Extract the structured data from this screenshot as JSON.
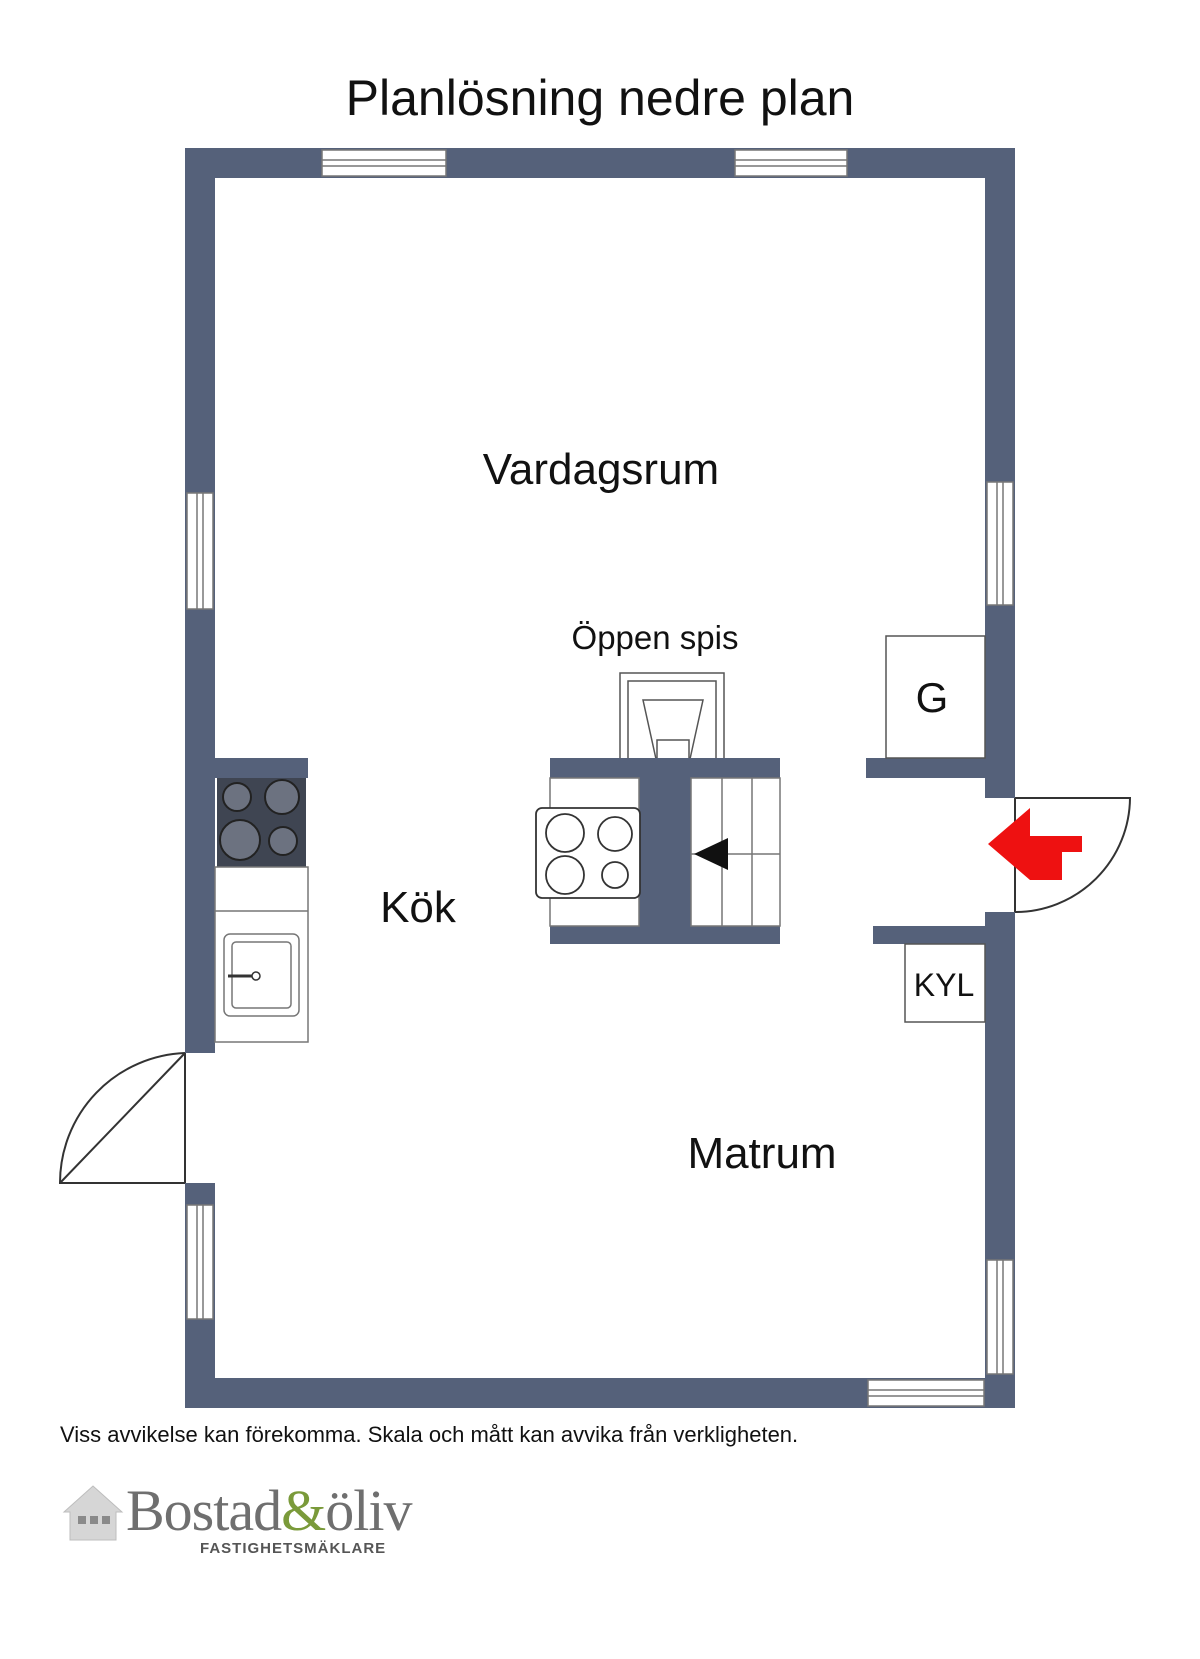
{
  "title": "Planlösning nedre plan",
  "rooms": {
    "living": "Vardagsrum",
    "fireplace": "Öppen spis",
    "kitchen": "Kök",
    "dining": "Matrum",
    "closet": "G",
    "fridge": "KYL"
  },
  "disclaimer": "Viss avvikelse kan förekomma. Skala och mått kan avvika från verkligheten.",
  "logo": {
    "wordmark_part1": "Bostad",
    "wordmark_amp": "&",
    "wordmark_part2": "öliv",
    "tagline": "FASTIGHETSMÄKLARE"
  },
  "colors": {
    "wall": "#55617a",
    "entrance_arrow": "#ee1111",
    "logo_accent": "#7a9a3a"
  }
}
